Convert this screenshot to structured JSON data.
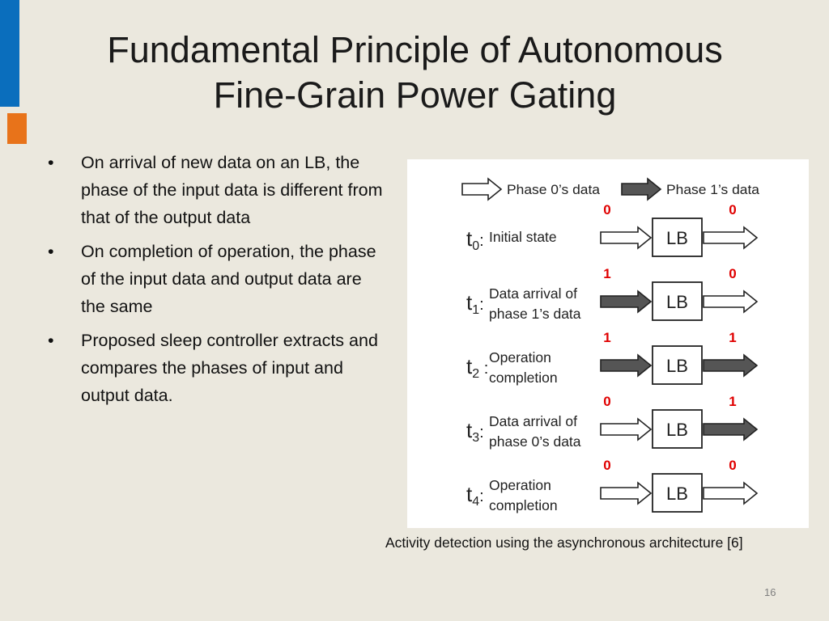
{
  "slide": {
    "title_line1": "Fundamental Principle of Autonomous",
    "title_line2": "Fine-Grain Power Gating",
    "page_number": "16",
    "bullets": [
      "On arrival of new data on an LB, the phase of the input data is different from that of the output data",
      "On completion of operation, the phase of the input data and output data are the same",
      "Proposed sleep controller extracts and compares the phases of input and output data."
    ],
    "bullet_marker": "•",
    "caption": "Activity detection using the asynchronous architecture [6]"
  },
  "diagram": {
    "legend": {
      "phase0_label": "Phase 0’s data",
      "phase1_label": "Phase 1’s data"
    },
    "block_label": "LB",
    "rows": [
      {
        "time_main": "t",
        "time_sub": "0",
        "time_suffix": ":",
        "desc_line1": "Initial state",
        "desc_line2": "",
        "in_value": "0",
        "out_value": "0",
        "in_phase": 0,
        "out_phase": 0
      },
      {
        "time_main": "t",
        "time_sub": "1",
        "time_suffix": ":",
        "desc_line1": "Data arrival of",
        "desc_line2": "phase 1’s data",
        "in_value": "1",
        "out_value": "0",
        "in_phase": 1,
        "out_phase": 0
      },
      {
        "time_main": "t",
        "time_sub": "2",
        "time_suffix": " :",
        "desc_line1": "Operation",
        "desc_line2": "completion",
        "in_value": "1",
        "out_value": "1",
        "in_phase": 1,
        "out_phase": 1
      },
      {
        "time_main": "t",
        "time_sub": "3",
        "time_suffix": ":",
        "desc_line1": "Data arrival of",
        "desc_line2": "phase 0’s data",
        "in_value": "0",
        "out_value": "1",
        "in_phase": 0,
        "out_phase": 1
      },
      {
        "time_main": "t",
        "time_sub": "4",
        "time_suffix": ":",
        "desc_line1": "Operation",
        "desc_line2": "completion",
        "in_value": "0",
        "out_value": "0",
        "in_phase": 0,
        "out_phase": 0
      }
    ],
    "colors": {
      "phase0_fill": "#ffffff",
      "phase1_fill": "#555555",
      "value_color": "#e00000"
    }
  }
}
